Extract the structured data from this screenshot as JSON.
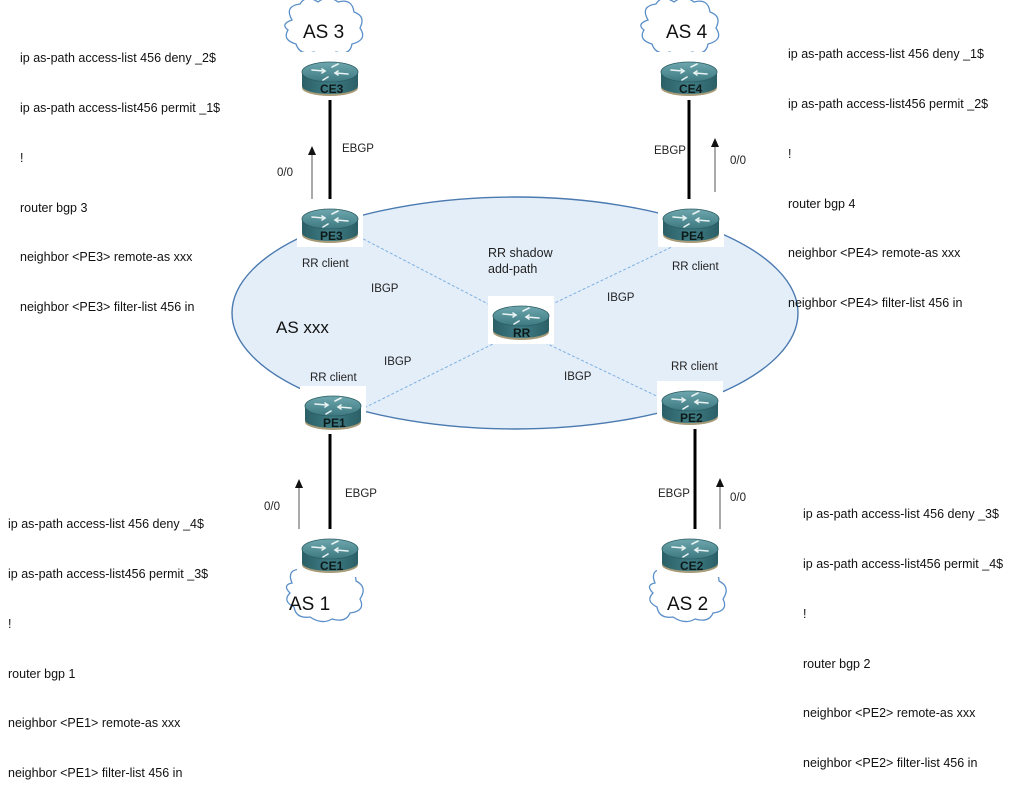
{
  "diagram": {
    "as_core_label": "AS xxx",
    "rr": {
      "label": "RR",
      "annotation_line1": "RR shadow",
      "annotation_line2": "add-path"
    },
    "colors": {
      "ellipse_fill": "#e4eef9",
      "ellipse_stroke": "#4a7ab0",
      "ibgp_dash": "#7fb0e0",
      "router_top": "#4f8c94",
      "router_body": "#2f6a72",
      "cloud_stroke": "#5b8fc9",
      "ebgp_link": "#000000",
      "arrow": "#555555"
    },
    "pe_routers": [
      {
        "id": "PE3",
        "label": "PE3",
        "role": "RR client"
      },
      {
        "id": "PE4",
        "label": "PE4",
        "role": "RR client"
      },
      {
        "id": "PE1",
        "label": "PE1",
        "role": "RR client"
      },
      {
        "id": "PE2",
        "label": "PE2",
        "role": "RR client"
      }
    ],
    "ce_routers": [
      {
        "id": "CE3",
        "label": "CE3",
        "as": "AS 3"
      },
      {
        "id": "CE4",
        "label": "CE4",
        "as": "AS 4"
      },
      {
        "id": "CE1",
        "label": "CE1",
        "as": "AS 1"
      },
      {
        "id": "CE2",
        "label": "CE2",
        "as": "AS 2"
      }
    ],
    "links": {
      "ebgp_label": "EBGP",
      "ibgp_label": "IBGP",
      "default_route_label": "0/0"
    },
    "configs": {
      "ce3": [
        "ip as-path access-list 456 deny _2$",
        "ip as-path access-list456 permit _1$",
        "!",
        "router bgp 3",
        "neighbor <PE3> remote-as xxx",
        "neighbor <PE3> filter-list 456 in"
      ],
      "ce4": [
        "ip as-path access-list 456 deny _1$",
        "ip as-path access-list456 permit _2$",
        "!",
        "router bgp 4",
        "neighbor <PE4> remote-as xxx",
        "neighbor <PE4> filter-list 456 in"
      ],
      "ce1": [
        "ip as-path access-list 456 deny _4$",
        "ip as-path access-list456 permit _3$",
        "!",
        "router bgp 1",
        "neighbor <PE1> remote-as xxx",
        "neighbor <PE1> filter-list 456 in"
      ],
      "ce2": [
        "ip as-path access-list 456 deny _3$",
        "ip as-path access-list456 permit _4$",
        "!",
        "router bgp 2",
        "neighbor <PE2> remote-as xxx",
        "neighbor <PE2> filter-list 456 in"
      ]
    }
  }
}
